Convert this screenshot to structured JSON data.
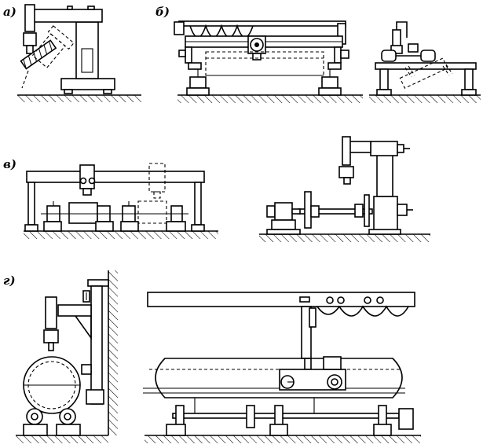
{
  "figure": {
    "panels": [
      {
        "id": "a",
        "label": "а)"
      },
      {
        "id": "b",
        "label": "б)"
      },
      {
        "id": "v",
        "label": "в)"
      },
      {
        "id": "g",
        "label": "г)"
      }
    ]
  }
}
